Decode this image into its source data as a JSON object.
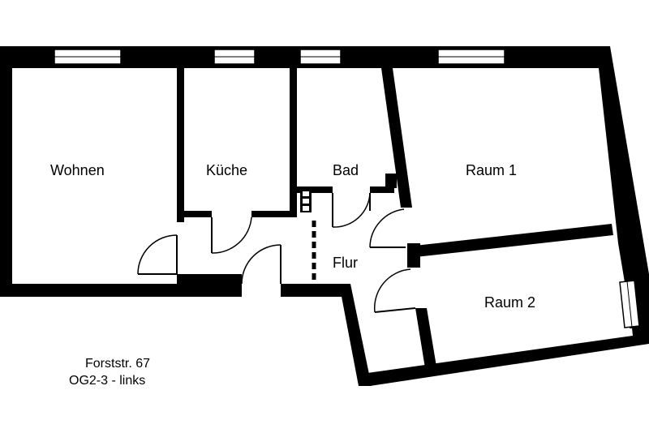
{
  "rooms": {
    "wohnen": "Wohnen",
    "kueche": "Küche",
    "bad": "Bad",
    "raum1": "Raum 1",
    "flur": "Flur",
    "raum2": "Raum 2"
  },
  "address": {
    "street": "Forststr. 67",
    "unit": "OG2-3 - links"
  },
  "colors": {
    "wall": "#000000",
    "background": "#ffffff"
  }
}
